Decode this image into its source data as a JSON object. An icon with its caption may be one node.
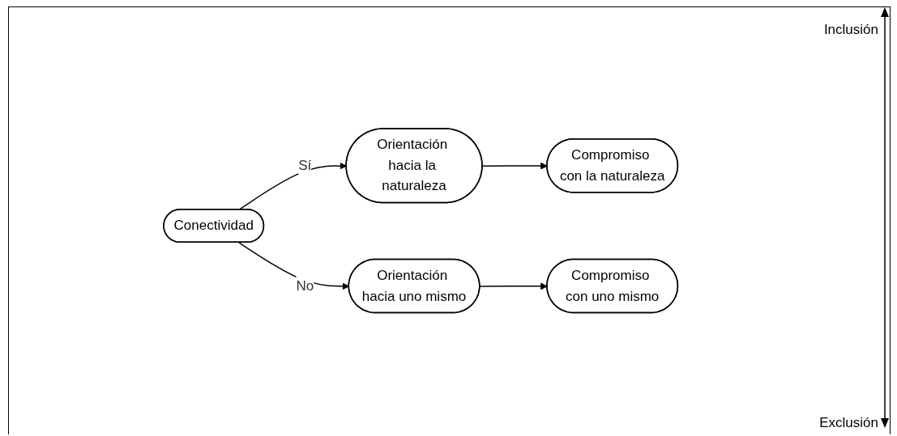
{
  "diagram": {
    "nodes": [
      {
        "text": [
          "Conectividad"
        ]
      },
      {
        "text": [
          "Orientación hacia la naturaleza"
        ]
      },
      {
        "text": [
          "Compromiso con la naturaleza"
        ]
      },
      {
        "text": [
          "Orientación hacia uno mismo"
        ]
      },
      {
        "text": [
          "Compromiso con uno mismo"
        ]
      }
    ],
    "edges": [
      {
        "from": 0,
        "to": 1,
        "arrow": "to",
        "label": "Sí"
      },
      {
        "from": 1,
        "to": 2,
        "arrow": "to"
      },
      {
        "from": 0,
        "to": 3,
        "arrow": "to",
        "label": "No"
      },
      {
        "from": 3,
        "to": 4,
        "arrow": "to"
      }
    ],
    "labels": [
      "Inclusión",
      "Exclusión"
    ]
  }
}
